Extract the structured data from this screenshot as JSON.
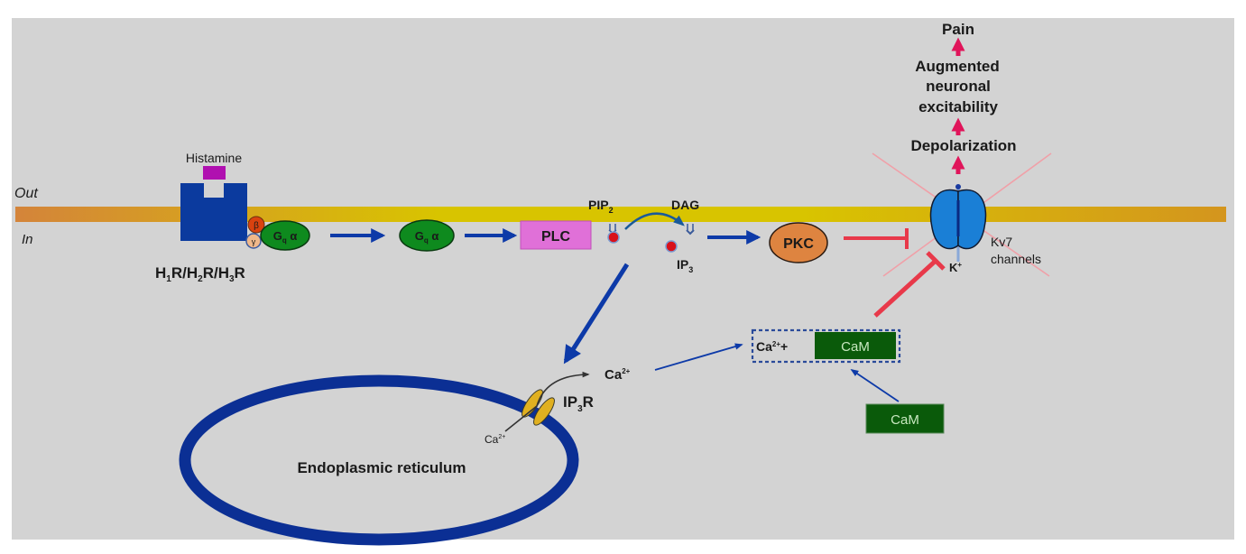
{
  "colors": {
    "panel_bg": "#d3d3d3",
    "membrane_left": "#d4843a",
    "membrane_mid": "#d8c400",
    "membrane_right": "#d4951e",
    "receptor": "#0b3a9e",
    "histamine": "#b010b0",
    "g_alpha": "#0e8a1e",
    "beta": "#d9420f",
    "gamma": "#f0b88a",
    "plc": "#e070d8",
    "pkc": "#de8440",
    "activation_arrow": "#0d3aa8",
    "inhibition": "#e8394a",
    "outcome_arrow": "#e0145a",
    "kv7": "#1a7fd6",
    "cam": "#0a5a0a",
    "cam_text": "#c8e8c0",
    "er_ring": "#0b2f94",
    "ip3r": "#e0b020",
    "lipid_head": "#d8101a",
    "cross_line": "#f0a0a8"
  },
  "labels": {
    "out": "Out",
    "in": "In",
    "histamine": "Histamine",
    "receptor_main": "H",
    "receptor_parts": [
      {
        "base": "H",
        "sub": "1",
        "tail": "R/"
      },
      {
        "base": "H",
        "sub": "2",
        "tail": "R/"
      },
      {
        "base": "H",
        "sub": "3",
        "tail": "R"
      }
    ],
    "beta": "β",
    "gamma": "γ",
    "g_alpha_base": "G",
    "g_alpha_sub": "q",
    "g_alpha_suffix": " α",
    "plc": "PLC",
    "pip2_base": "PIP",
    "pip2_sub": "2",
    "dag": "DAG",
    "ip3_base": "IP",
    "ip3_sub": "3",
    "pkc": "PKC",
    "kv7_line1": "Kv7",
    "kv7_line2": "channels",
    "k_ion": "K",
    "k_sup": "+",
    "outcomes": [
      "Pain",
      "Augmented",
      "neuronal",
      "excitability",
      "Depolarization"
    ],
    "ca_base": "Ca",
    "ca_sup": "2+",
    "ca_plus": "+",
    "cam": "CaM",
    "ip3r_base": "IP",
    "ip3r_sub": "3",
    "ip3r_tail": "R",
    "er": "Endoplasmic reticulum"
  }
}
